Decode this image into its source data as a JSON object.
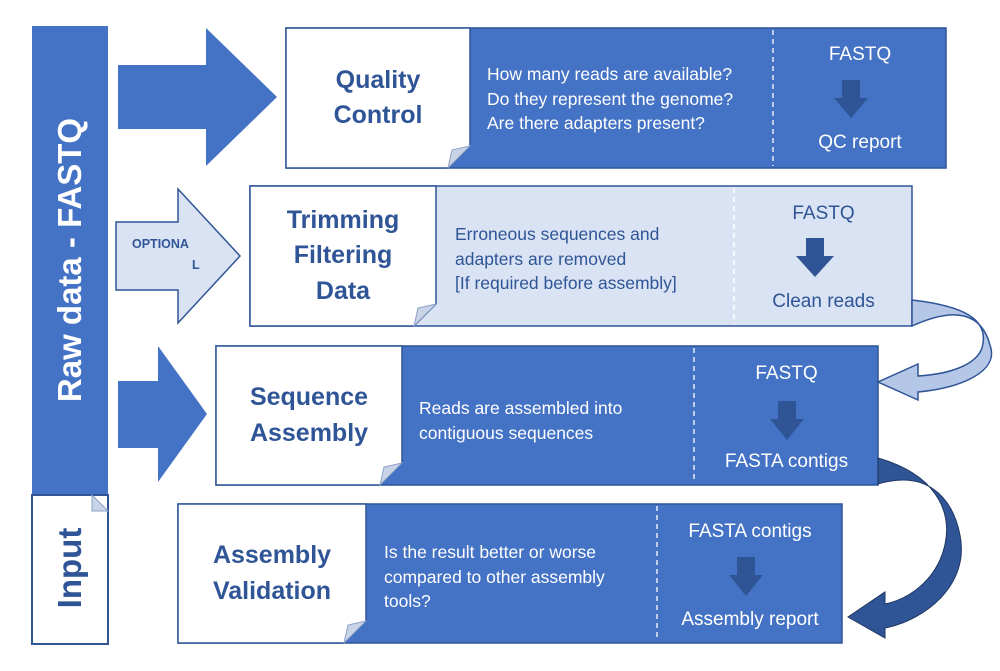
{
  "sidebar": {
    "raw_label": "Raw data - FASTQ",
    "input_label": "Input"
  },
  "optional_label": [
    "OPTIONA",
    "L"
  ],
  "colors": {
    "primary": "#4472c4",
    "dark_outline": "#2f5597",
    "light_fill": "#dae3f3",
    "down_arrow": "#2f5597",
    "title_text": "#2f5597",
    "curve_light": "#b4c7e7",
    "curve_dark": "#2f5597"
  },
  "steps": [
    {
      "id": "quality-control",
      "title": [
        "Quality",
        "Control"
      ],
      "description": [
        "How many reads are available?",
        "Do they represent the genome?",
        "Are there adapters present?"
      ],
      "input": "FASTQ",
      "output": "QC report",
      "style": "dark"
    },
    {
      "id": "trimming",
      "title": [
        "Trimming",
        "Filtering",
        "Data"
      ],
      "description": [
        "Erroneous sequences and",
        "adapters are removed",
        "[If required before assembly]"
      ],
      "input": "FASTQ",
      "output": "Clean reads",
      "style": "light"
    },
    {
      "id": "sequence-assembly",
      "title": [
        "Sequence",
        "Assembly"
      ],
      "description": [
        "Reads are assembled into",
        "contiguous sequences"
      ],
      "input": "FASTQ",
      "output": "FASTA contigs",
      "style": "dark"
    },
    {
      "id": "assembly-validation",
      "title": [
        "Assembly",
        "Validation"
      ],
      "description": [
        "Is the result better or worse",
        "compared to other assembly",
        "tools?"
      ],
      "input": "FASTA contigs",
      "output": "Assembly report",
      "style": "dark"
    }
  ]
}
